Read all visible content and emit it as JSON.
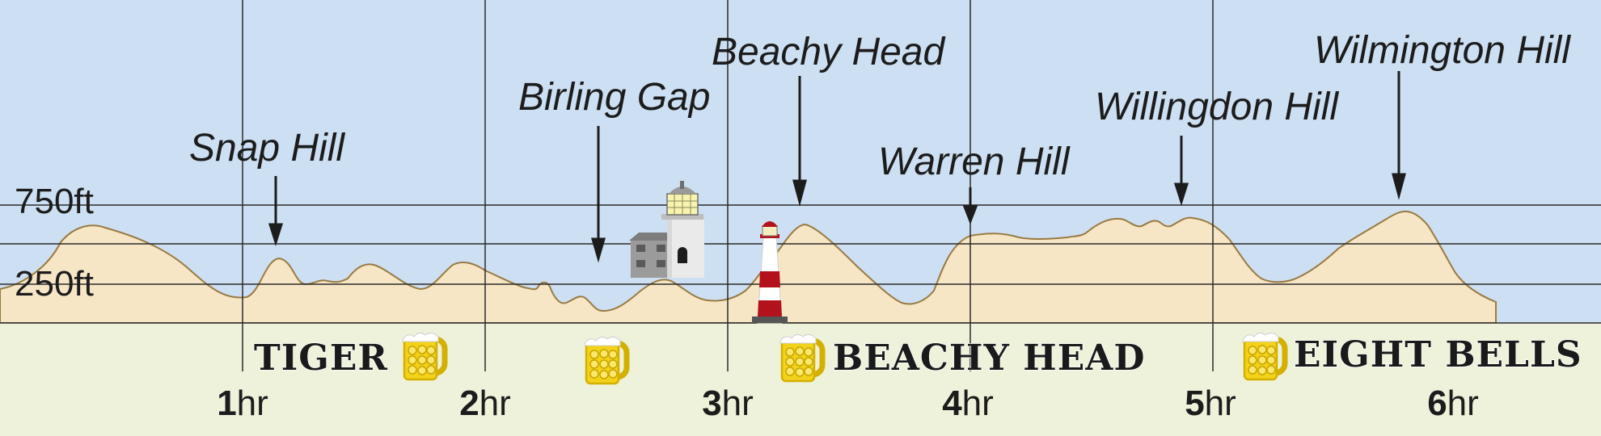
{
  "altitude_labels": [
    "750ft",
    "250ft"
  ],
  "hour_labels": [
    {
      "num": "1",
      "unit": "hr"
    },
    {
      "num": "2",
      "unit": "hr"
    },
    {
      "num": "3",
      "unit": "hr"
    },
    {
      "num": "4",
      "unit": "hr"
    },
    {
      "num": "5",
      "unit": "hr"
    },
    {
      "num": "6",
      "unit": "hr"
    }
  ],
  "landmarks": [
    "Snap Hill",
    "Birling Gap",
    "Beachy Head",
    "Warren Hill",
    "Willingdon Hill",
    "Wilmington Hill"
  ],
  "pubs": [
    "TIGER",
    "",
    "BEACHY HEAD",
    "EIGHT BELLS"
  ],
  "colors": {
    "sky": "#cddff3",
    "hills": "#f6e6c6",
    "hill_outline": "#9a7a40",
    "ground": "#eef2da",
    "grid": "#2a2a2a",
    "beer": "#f2d21a",
    "lighthouse_red": "#b3121c"
  },
  "icons": [
    "beer-mug-icon",
    "lighthouse-icon",
    "belle-tout-lighthouse-icon"
  ]
}
